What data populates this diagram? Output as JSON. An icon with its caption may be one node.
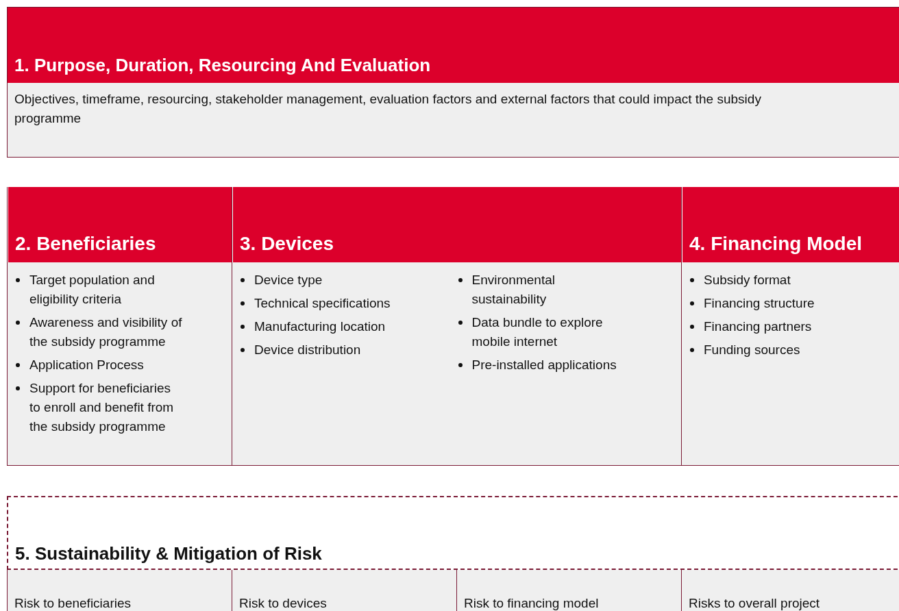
{
  "diagram": {
    "nodes": [
      {
        "text": [
          "1. Purpose, Duration, Resourcing And Evaluation",
          "Objectives, timeframe, resourcing, stakeholder management, evaluation factors and external factors that could impact the subsidy programme"
        ]
      },
      {
        "text": [
          "2. Beneficiaries",
          "Target population and eligibility criteria",
          "Awareness and visibility of the subsidy programme",
          "Application Process",
          "Support for beneficiaries to enroll and benefit from the subsidy programme"
        ]
      },
      {
        "text": [
          "3. Devices",
          "Device type",
          "Technical specifications",
          "Manufacturing location",
          "Device distribution",
          "Environmental sustainability",
          "Data bundle to explore mobile internet",
          "Pre-installed applications"
        ]
      },
      {
        "text": [
          "4. Financing Model",
          "Subsidy format",
          "Financing structure",
          "Financing partners",
          "Funding sources"
        ]
      },
      {
        "text": [
          "5. Sustainability & Mitigation of Risk"
        ]
      },
      {
        "text": [
          "Risk to beneficiaries"
        ]
      },
      {
        "text": [
          "Risk to devices"
        ]
      },
      {
        "text": [
          "Risk to financing model"
        ]
      },
      {
        "text": [
          "Risks to overall project"
        ]
      }
    ]
  }
}
